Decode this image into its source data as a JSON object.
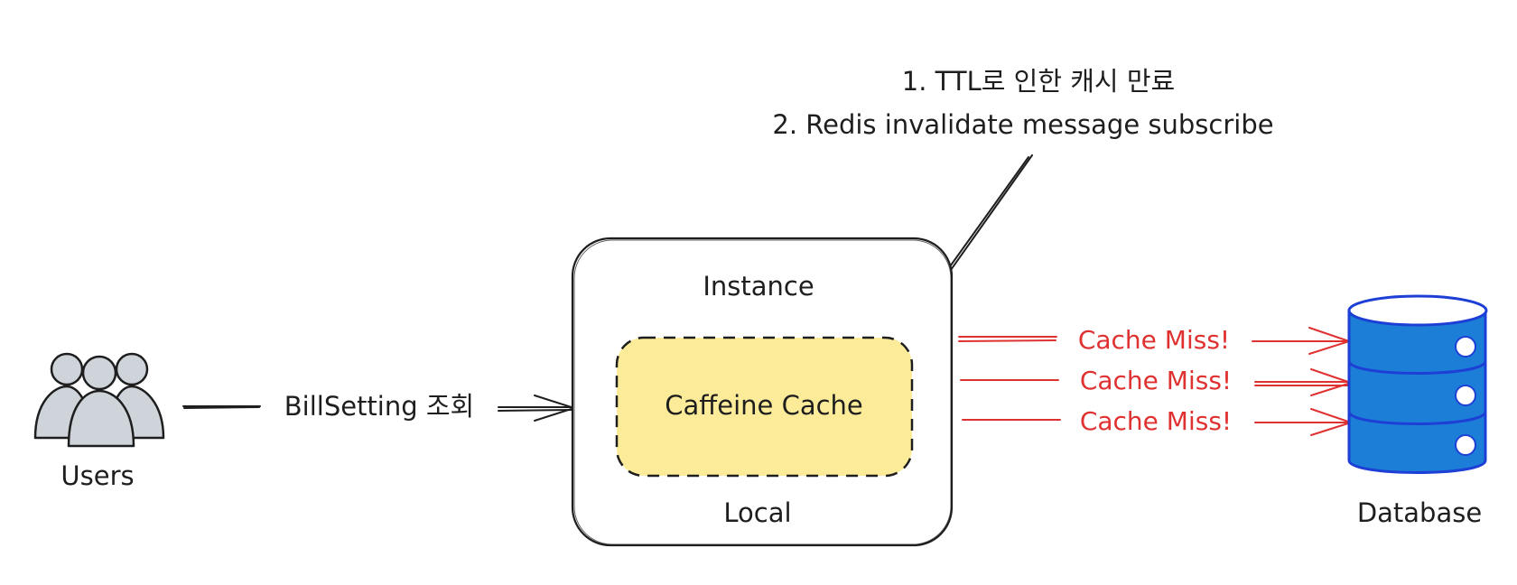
{
  "annotation": {
    "line1": "1. TTL로 인한 캐시 만료",
    "line2": "2. Redis invalidate message subscribe"
  },
  "users": {
    "label": "Users",
    "icon": "users-group-icon"
  },
  "request_edge": {
    "label": "BillSetting 조회"
  },
  "instance": {
    "title": "Instance",
    "footer": "Local"
  },
  "cache": {
    "label": "Caffeine Cache"
  },
  "miss_edges": [
    {
      "label": "Cache Miss!"
    },
    {
      "label": "Cache Miss!"
    },
    {
      "label": "Cache Miss!"
    }
  ],
  "database": {
    "label": "Database",
    "icon": "database-cylinder-icon"
  },
  "colors": {
    "ink": "#1e1e1e",
    "miss": "#e03131",
    "cache_fill": "#fcec9a",
    "db_fill": "#1c7ed6",
    "db_stroke": "#1d3fd6",
    "user_fill": "#ced4da"
  }
}
